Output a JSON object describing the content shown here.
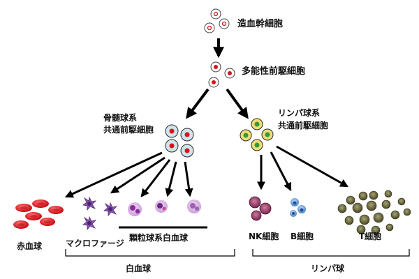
{
  "stages": {
    "hsc": "造血幹細胞",
    "mpp": "多能性前駆細胞",
    "cmp_line1": "骨髄球系",
    "cmp_line2": "共通前駆細胞",
    "clp_line1": "リンパ球系",
    "clp_line2": "共通前駆細胞"
  },
  "cells": {
    "erythrocyte": "赤血球",
    "macrophage": "マクロファージ",
    "granulocyte": "顆粒球系白血球",
    "nk": "NK細胞",
    "b": "B細胞",
    "t": "T細胞"
  },
  "groups": {
    "leukocyte": "白血球",
    "lymphocyte": "リンパ球"
  },
  "colors": {
    "red": "#e0101a",
    "purple": "#8a55b8",
    "progenitor_fill": "#cfe5ec",
    "lymphoid_fill": "#f1dd73",
    "lymphoid_center": "#2e9b3c",
    "nk": "#9a3a64",
    "b": "#3a78c8",
    "t": "#6e6a3a"
  }
}
